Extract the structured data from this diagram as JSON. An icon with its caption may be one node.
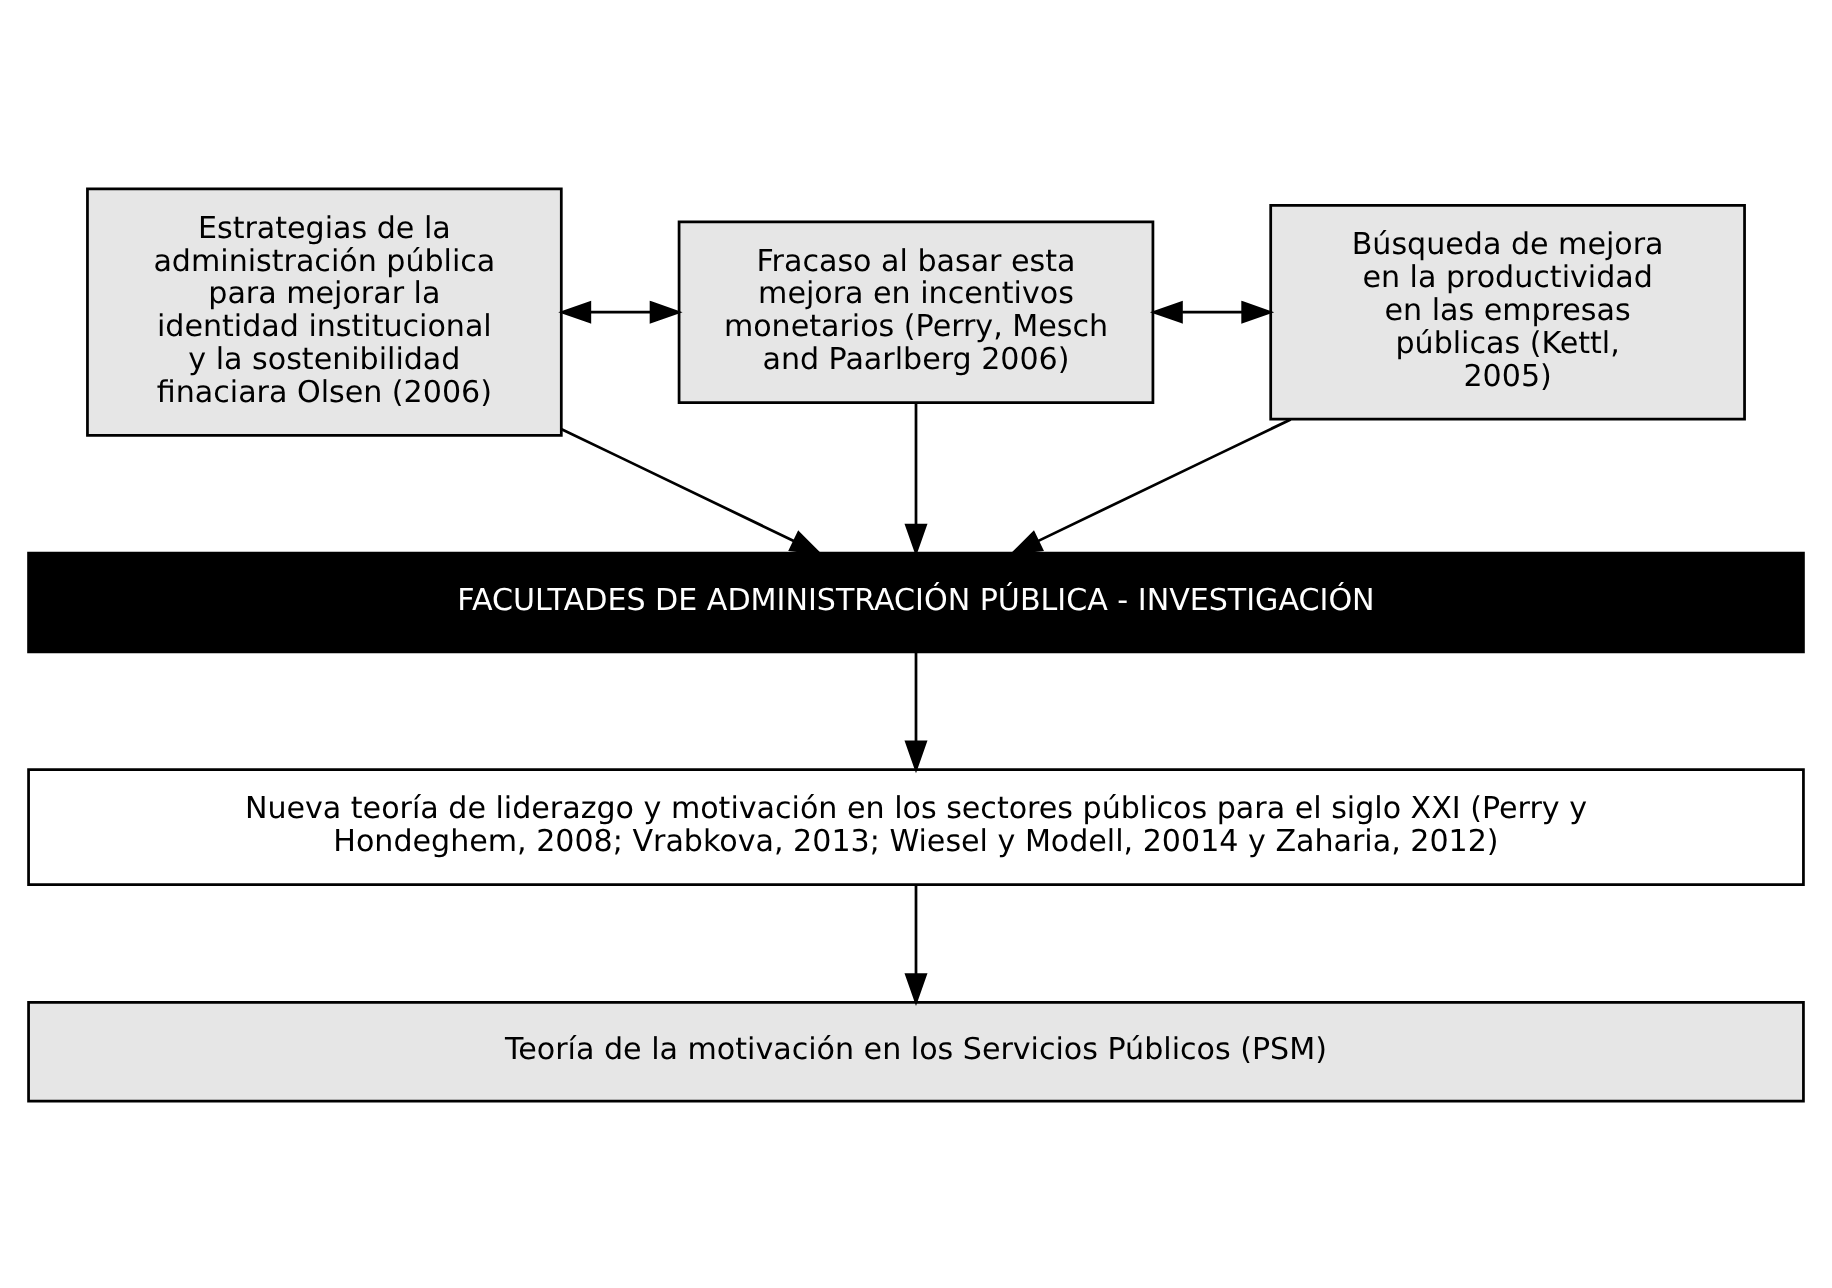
{
  "diagram": {
    "nodes": [
      {
        "text": [
          "Estrategias de la administración pública para mejorar la identidad institucional y la sostenibilidad finaciara Olsen (2006)"
        ]
      },
      {
        "text": [
          "Fracaso al basar esta mejora en incentivos monetarios (Perry, Mesch and Paarlberg 2006)"
        ]
      },
      {
        "text": [
          "Búsqueda de mejora en la productividad en las empresas públicas (Kettl, 2005)"
        ]
      },
      {
        "text": [
          "FACULTADES DE ADMINISTRACIÓN PÚBLICA - INVESTIGACIÓN"
        ]
      },
      {
        "text": [
          "Nueva teoría de liderazgo y motivación en los sectores públicos para el siglo XXI (Perry y Hondeghem, 2008; Vrabkova, 2013; Wiesel y Modell, 20014 y Zaharia, 2012)"
        ]
      },
      {
        "text": [
          "Teoría de la motivación en los Servicios Públicos (PSM)"
        ]
      }
    ],
    "edges": [
      {
        "from": 0,
        "to": 1,
        "arrow": "both"
      },
      {
        "from": 1,
        "to": 2,
        "arrow": "both"
      },
      {
        "from": 0,
        "to": 3,
        "arrow": "to"
      },
      {
        "from": 1,
        "to": 3,
        "arrow": "to"
      },
      {
        "from": 2,
        "to": 3,
        "arrow": "to"
      },
      {
        "from": 3,
        "to": 4,
        "arrow": "to"
      },
      {
        "from": 4,
        "to": 5,
        "arrow": "to"
      }
    ]
  }
}
